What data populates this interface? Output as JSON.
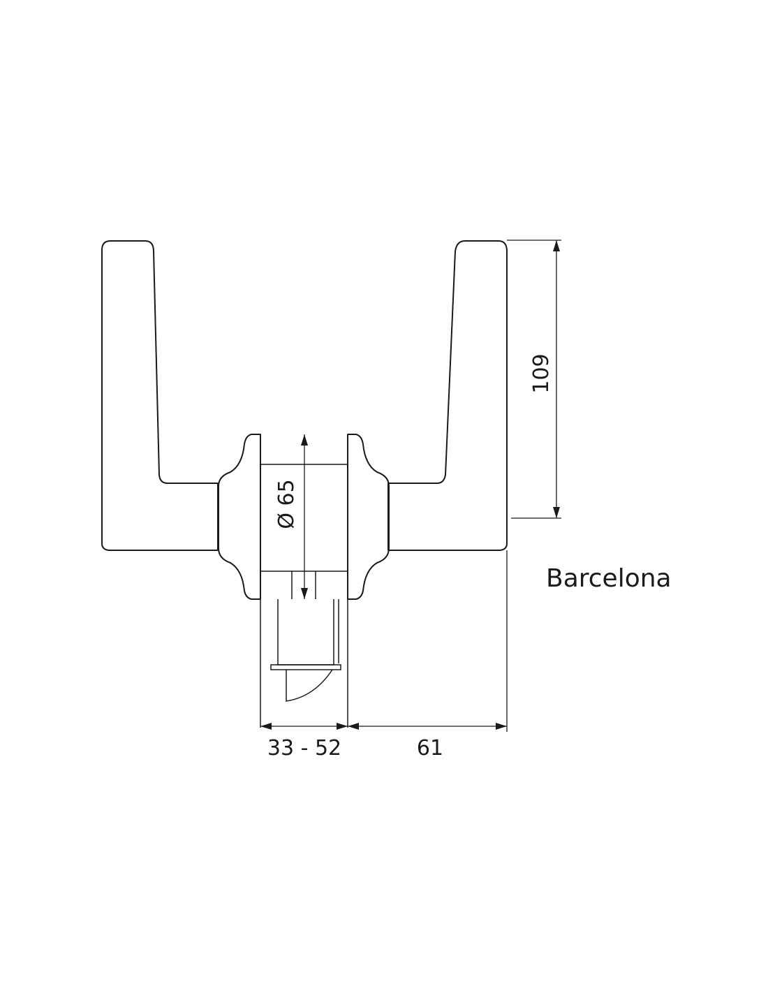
{
  "product_name": "Barcelona",
  "dimensions": {
    "height": "109",
    "diameter": "Ø 65",
    "door_thickness": "33 - 52",
    "projection": "61"
  },
  "colors": {
    "line": "#1a1a1a",
    "background": "#ffffff"
  }
}
